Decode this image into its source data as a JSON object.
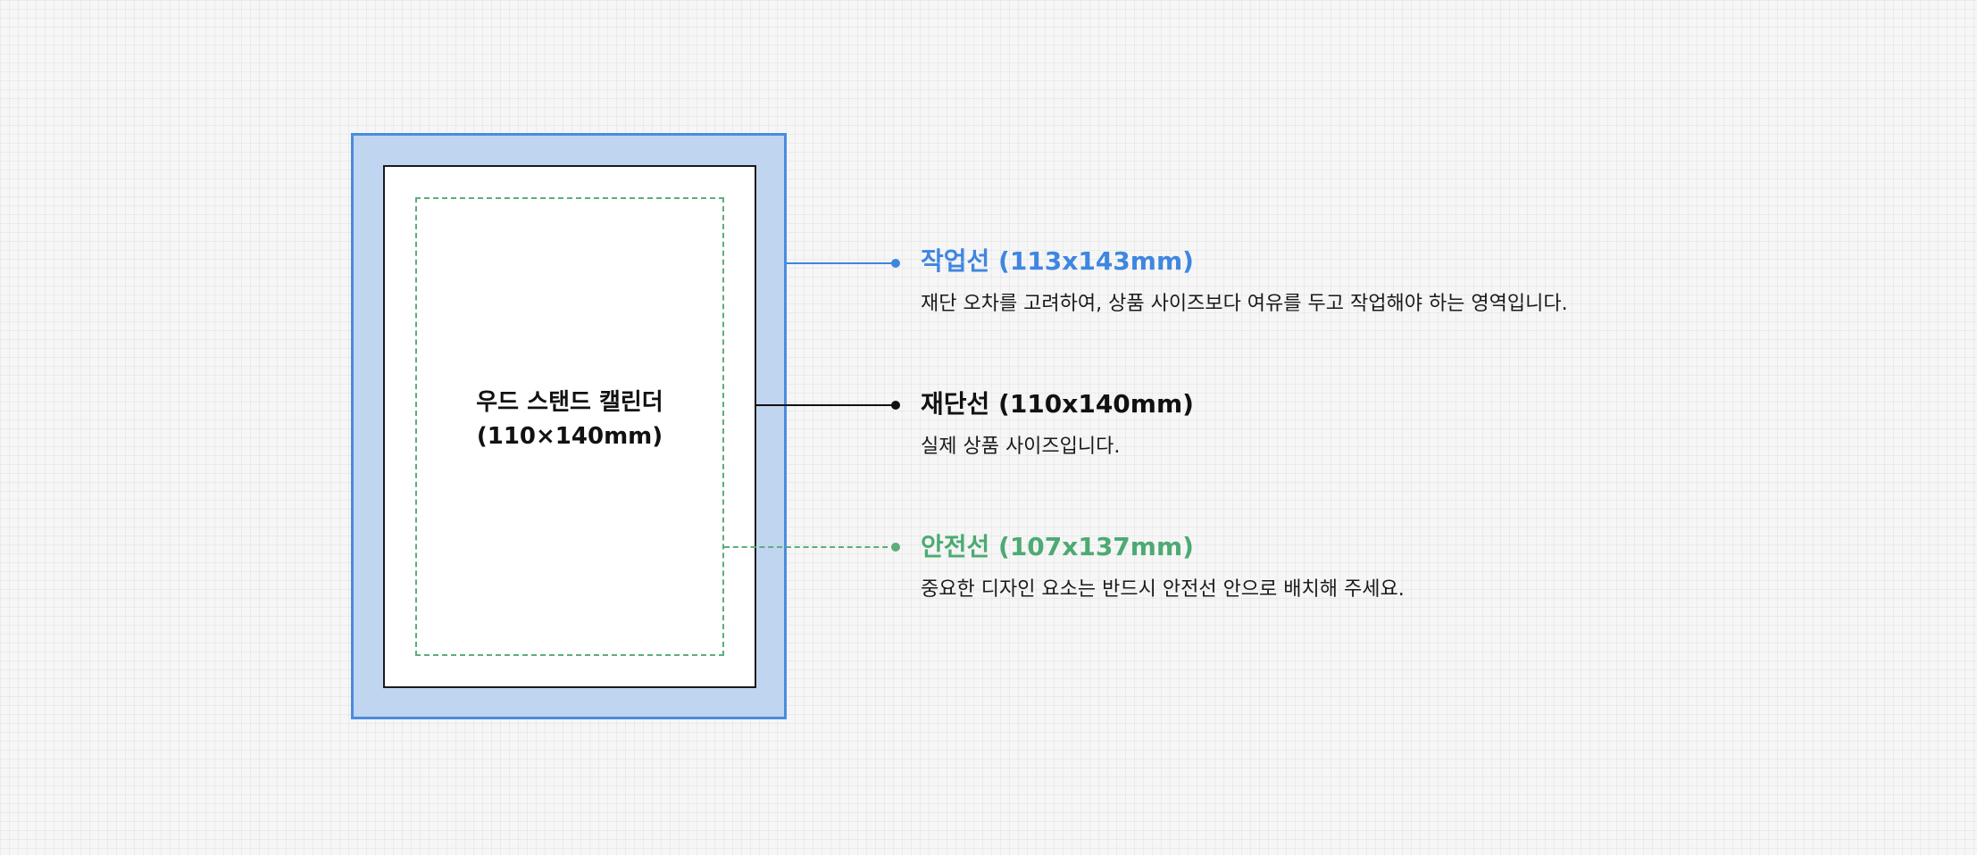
{
  "product": {
    "name": "우드 스탠드 캘린더",
    "size": "(110×140mm)"
  },
  "legend": {
    "work_line": {
      "title": "작업선 (113x143mm)",
      "description": "재단 오차를 고려하여, 상품 사이즈보다 여유를 두고 작업해야 하는 영역입니다.",
      "color": "#3f86e0"
    },
    "trim_line": {
      "title": "재단선 (110x140mm)",
      "description": "실제 상품 사이즈입니다.",
      "color": "#111111"
    },
    "safe_line": {
      "title": "안전선 (107x137mm)",
      "description": "중요한 디자인 요소는 반드시 안전선 안으로 배치해 주세요.",
      "color": "#4caa72"
    }
  },
  "colors": {
    "work_area_fill": "#c0d5ef",
    "work_area_border": "#4a8ce0",
    "safe_border": "#5cae7a",
    "background": "#f6f6f6"
  }
}
